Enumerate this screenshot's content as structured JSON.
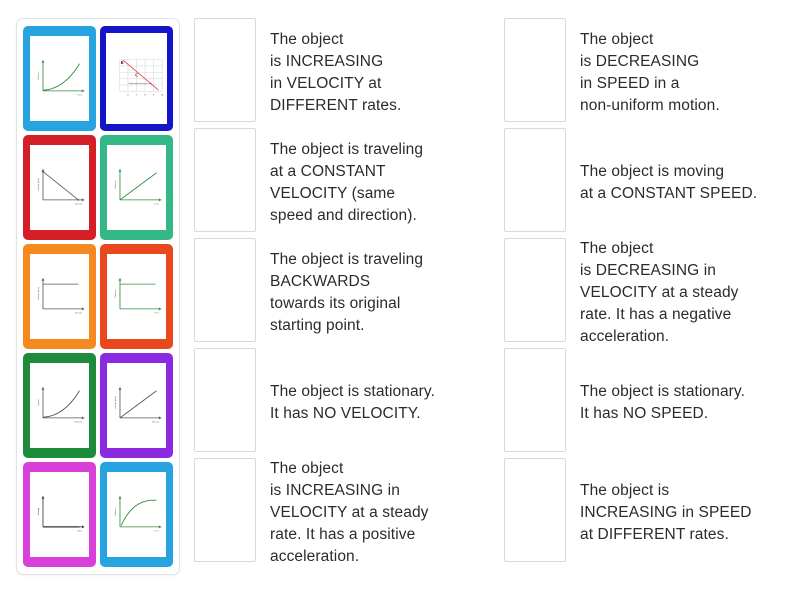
{
  "activity": {
    "type": "match-up",
    "card_count": 10,
    "dropzone_count": 10
  },
  "cards": [
    {
      "id": "card-1",
      "name": "distance-time-increasing-curve",
      "border_color": "#27a3e0",
      "graph": "curve-increasing-up",
      "x_label": "Time",
      "y_label": "Distance",
      "line_color": "#2e8b3d",
      "panel_letter": ""
    },
    {
      "id": "card-2",
      "name": "speed-decreasing-straight-line-grid",
      "border_color": "#1414c8",
      "graph": "line-decreasing-grid",
      "x_label": "",
      "y_label": "",
      "line_color": "#e03b3b",
      "panel_letter": "B",
      "panel_letter_2": "C",
      "annotation": "slowly speed returning to start",
      "x_ticks": [
        "6",
        "7",
        "8",
        "9",
        "10"
      ]
    },
    {
      "id": "card-3",
      "name": "velocity-time-decreasing-line",
      "border_color": "#d41f26",
      "graph": "line-decreasing",
      "x_label": "time (s)",
      "y_label": "velocity (m/s)",
      "line_color": "#555555",
      "panel_letter": ""
    },
    {
      "id": "card-4",
      "name": "distance-time-straight-increasing",
      "border_color": "#34b888",
      "graph": "line-increasing",
      "x_label": "Time",
      "y_label": "Distance",
      "line_color": "#2e8b3d",
      "panel_letter": ""
    },
    {
      "id": "card-5",
      "name": "velocity-time-constant-horizontal",
      "border_color": "#f5881f",
      "graph": "line-horizontal",
      "x_label": "time (s)",
      "y_label": "velocity (m/s)",
      "line_color": "#555555",
      "panel_letter": ""
    },
    {
      "id": "card-6",
      "name": "distance-time-constant-horizontal",
      "border_color": "#e8481c",
      "graph": "line-horizontal",
      "x_label": "Time",
      "y_label": "Distance",
      "line_color": "#2e8b3d",
      "panel_letter": ""
    },
    {
      "id": "card-7",
      "name": "speed-time-increasing-curve",
      "border_color": "#1e8a3c",
      "graph": "curve-increasing-up",
      "x_label": "Time (s)",
      "y_label": "Speed",
      "line_color": "#555555",
      "panel_letter": ""
    },
    {
      "id": "card-8",
      "name": "velocity-time-linear-increase",
      "border_color": "#8a2be2",
      "graph": "line-increasing",
      "x_label": "time (s)",
      "y_label": "velocity (m/s)",
      "line_color": "#555555",
      "panel_letter": ""
    },
    {
      "id": "card-9",
      "name": "velocity-time-zero-flat",
      "border_color": "#d93fd9",
      "graph": "line-zero-axis",
      "x_label": "Time",
      "y_label": "Velocity",
      "line_color": "#333333",
      "panel_letter": ""
    },
    {
      "id": "card-10",
      "name": "distance-time-decelerating-curve",
      "border_color": "#27a3e0",
      "graph": "curve-flattening",
      "x_label": "Time",
      "y_label": "Distance",
      "line_color": "#2e8b3d",
      "panel_letter": ""
    }
  ],
  "columns": {
    "left": [
      {
        "id": "left-1",
        "text": "The object\nis INCREASING\nin VELOCITY at\nDIFFERENT rates."
      },
      {
        "id": "left-2",
        "text": "The object is traveling\nat a CONSTANT\nVELOCITY (same\nspeed and direction)."
      },
      {
        "id": "left-3",
        "text": "The object is traveling\nBACKWARDS\ntowards its original\nstarting point."
      },
      {
        "id": "left-4",
        "text": "The object is stationary.\nIt has NO VELOCITY."
      },
      {
        "id": "left-5",
        "text": "The object\nis INCREASING in\nVELOCITY at a steady\nrate. It has a positive\nacceleration."
      }
    ],
    "right": [
      {
        "id": "right-1",
        "text": "The object\nis DECREASING\nin SPEED in a\nnon-uniform motion."
      },
      {
        "id": "right-2",
        "text": "The object is moving\nat a CONSTANT SPEED."
      },
      {
        "id": "right-3",
        "text": "The object\nis DECREASING in\nVELOCITY at a steady\nrate. It has a negative\nacceleration."
      },
      {
        "id": "right-4",
        "text": "The object is stationary.\nIt has NO SPEED."
      },
      {
        "id": "right-5",
        "text": "The object is\nINCREASING in SPEED\nat DIFFERENT rates."
      }
    ]
  },
  "colors": {
    "background": "#ffffff",
    "text": "#2b2b2b",
    "dropzone_border": "#d8d8d8",
    "tray_border": "#e3e3e3"
  }
}
